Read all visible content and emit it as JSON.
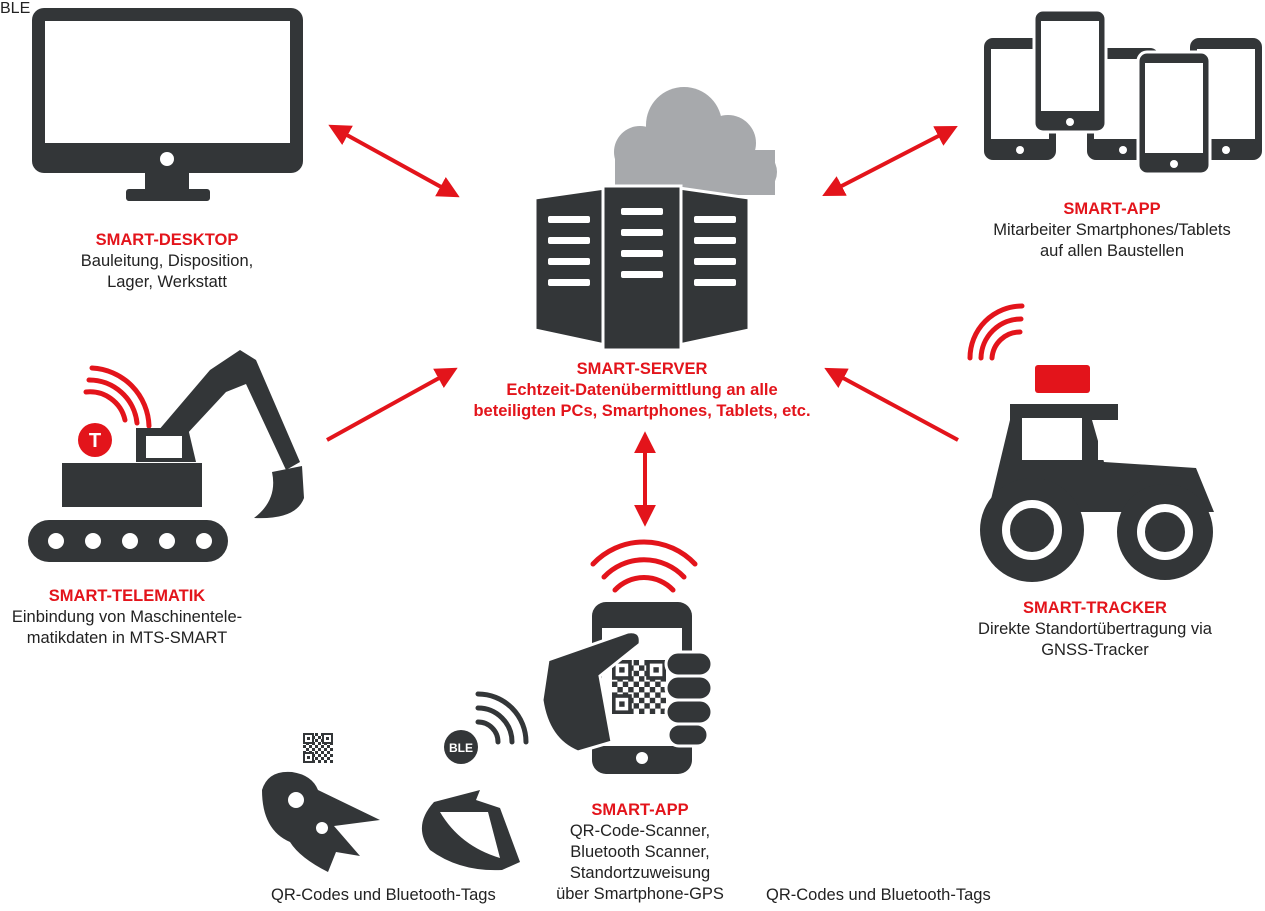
{
  "colors": {
    "accent": "#e3141b",
    "icon": "#333638",
    "cloud": "#a7a9ac"
  },
  "nodes": {
    "desktop": {
      "title": "SMART-DESKTOP",
      "lines": [
        "Bauleitung, Disposition,",
        "Lager, Werkstatt"
      ],
      "icon": "monitor-icon"
    },
    "app_top": {
      "title": "SMART-APP",
      "lines": [
        "Mitarbeiter Smartphones/Tablets",
        "auf allen Baustellen"
      ],
      "icon": "smartphones-icon"
    },
    "server": {
      "title": "SMART-SERVER",
      "lines": [
        "Echtzeit-Datenübermittlung an alle",
        "beteiligten PCs, Smartphones, Tablets, etc."
      ],
      "icon": "server-cloud-icon"
    },
    "telematik": {
      "title": "SMART-TELEMATIK",
      "lines": [
        "Einbindung von Maschinentele-",
        "matikdaten in MTS-SMART"
      ],
      "icon": "excavator-icon",
      "badge": "T"
    },
    "tracker": {
      "title": "SMART-TRACKER",
      "lines": [
        "Direkte Standortübertragung via",
        "GNSS-Tracker"
      ],
      "icon": "road-roller-icon"
    },
    "app_bottom": {
      "title": "SMART-APP",
      "lines": [
        "QR-Code-Scanner,",
        "Bluetooth Scanner,",
        "Standortzuweisung",
        "über Smartphone-GPS"
      ],
      "icon": "hand-phone-qr-icon"
    }
  },
  "tags": {
    "left_caption": "QR-Codes und Bluetooth-Tags",
    "right_caption": "QR-Codes und Bluetooth-Tags",
    "ble_label": "BLE"
  }
}
